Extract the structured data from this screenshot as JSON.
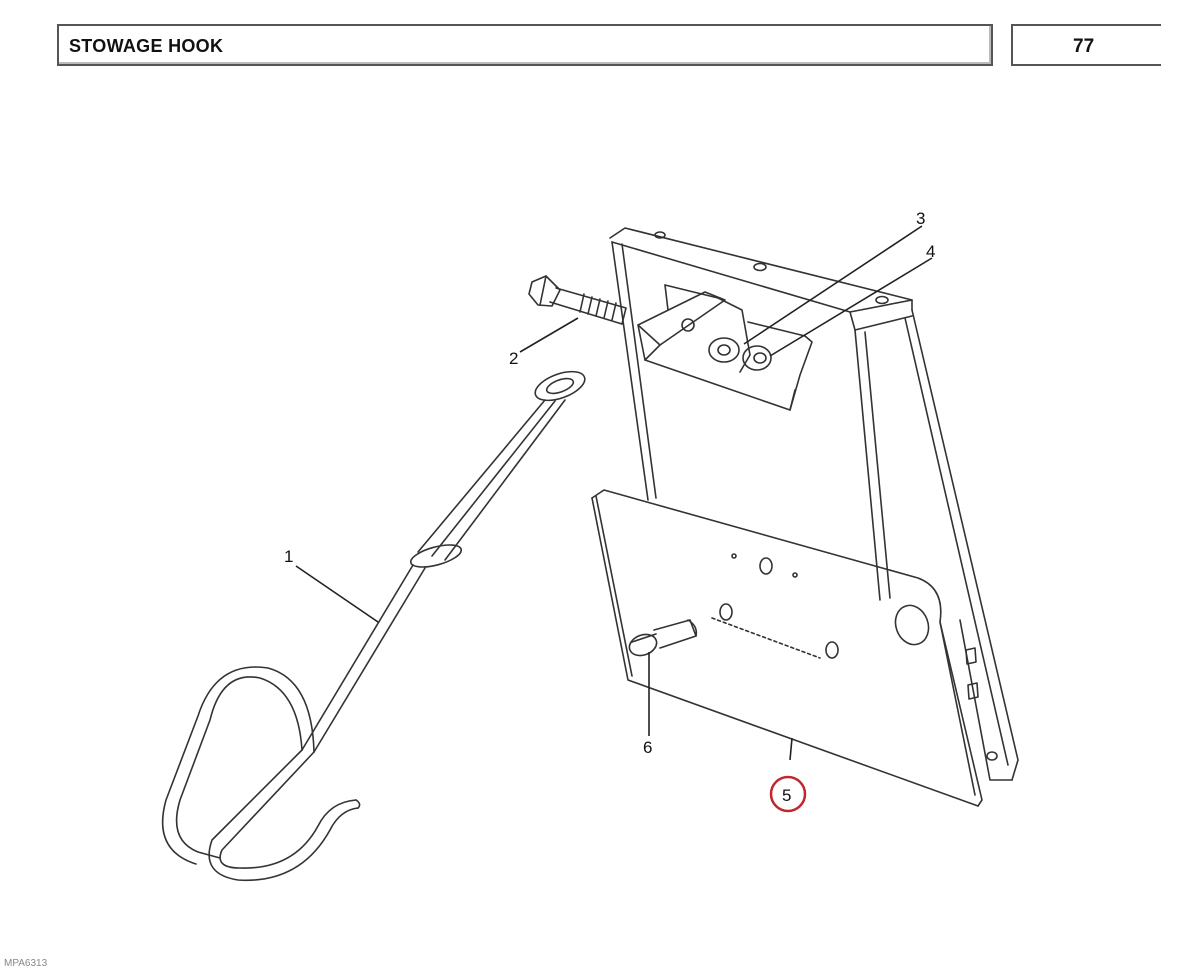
{
  "header": {
    "title": "STOWAGE HOOK",
    "page_number": "77"
  },
  "callouts": [
    {
      "id": "1",
      "label": "1"
    },
    {
      "id": "2",
      "label": "2"
    },
    {
      "id": "3",
      "label": "3"
    },
    {
      "id": "4",
      "label": "4"
    },
    {
      "id": "5",
      "label": "5",
      "highlighted": true
    },
    {
      "id": "6",
      "label": "6"
    }
  ],
  "footer": {
    "code": "MPA6313"
  },
  "colors": {
    "line": "#222222",
    "highlight": "#c0272d"
  }
}
